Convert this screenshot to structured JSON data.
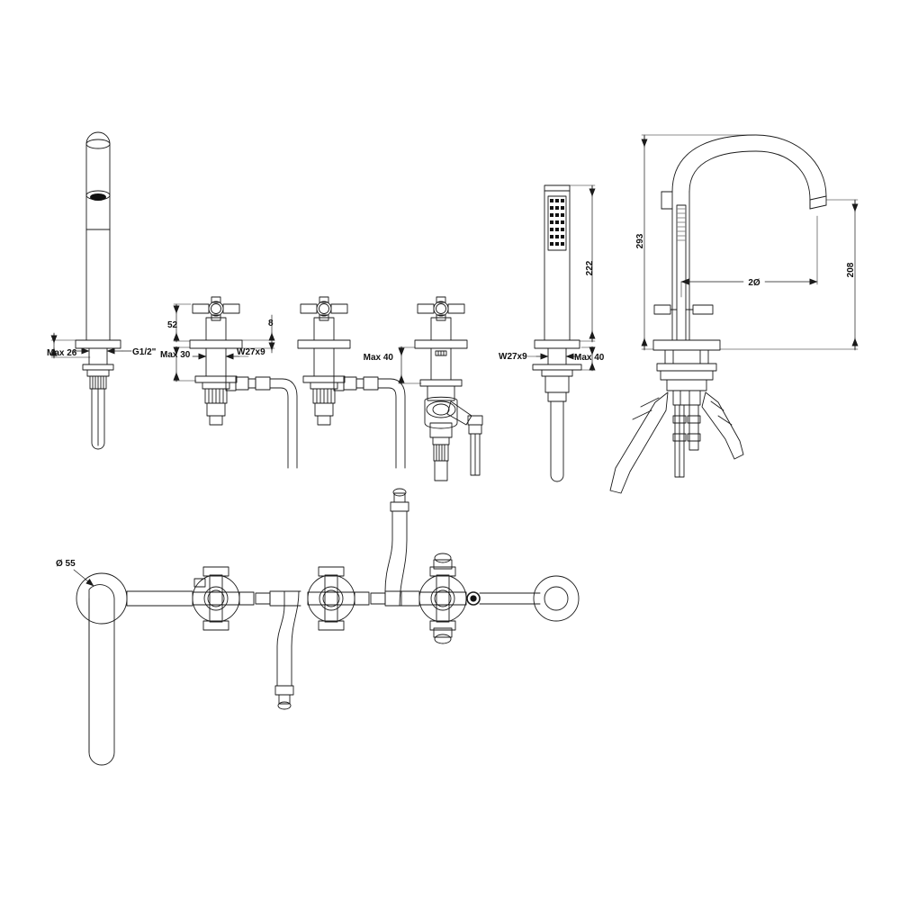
{
  "drawing": {
    "type": "technical-line-drawing",
    "subject": "5-hole deck-mounted bath mixer tap set with handshower",
    "background_color": "#ffffff",
    "line_color": "#1a1a1a",
    "views": [
      {
        "name": "exploded-front-elevation",
        "position": "left"
      },
      {
        "name": "assembled-side-elevation",
        "position": "right"
      },
      {
        "name": "plan-manifold-view",
        "position": "bottom-left"
      }
    ]
  },
  "dimensions": {
    "spout_max_deck": "Max 26",
    "spout_thread": "G1/2\"",
    "valve_handle_height": "52",
    "valve_max_deck": "Max 30",
    "valve_thread": "W27x9",
    "valve_offset": "8",
    "diverter_max_deck": "Max 40",
    "handshower_thread": "W27x9",
    "handshower_max_deck": "Max 40",
    "handshower_length": "222",
    "assembly_total_height": "293",
    "spout_reach": "208",
    "spout_outlet_offset": "2Ø",
    "manifold_escutcheon_dia": "Ø 55"
  }
}
